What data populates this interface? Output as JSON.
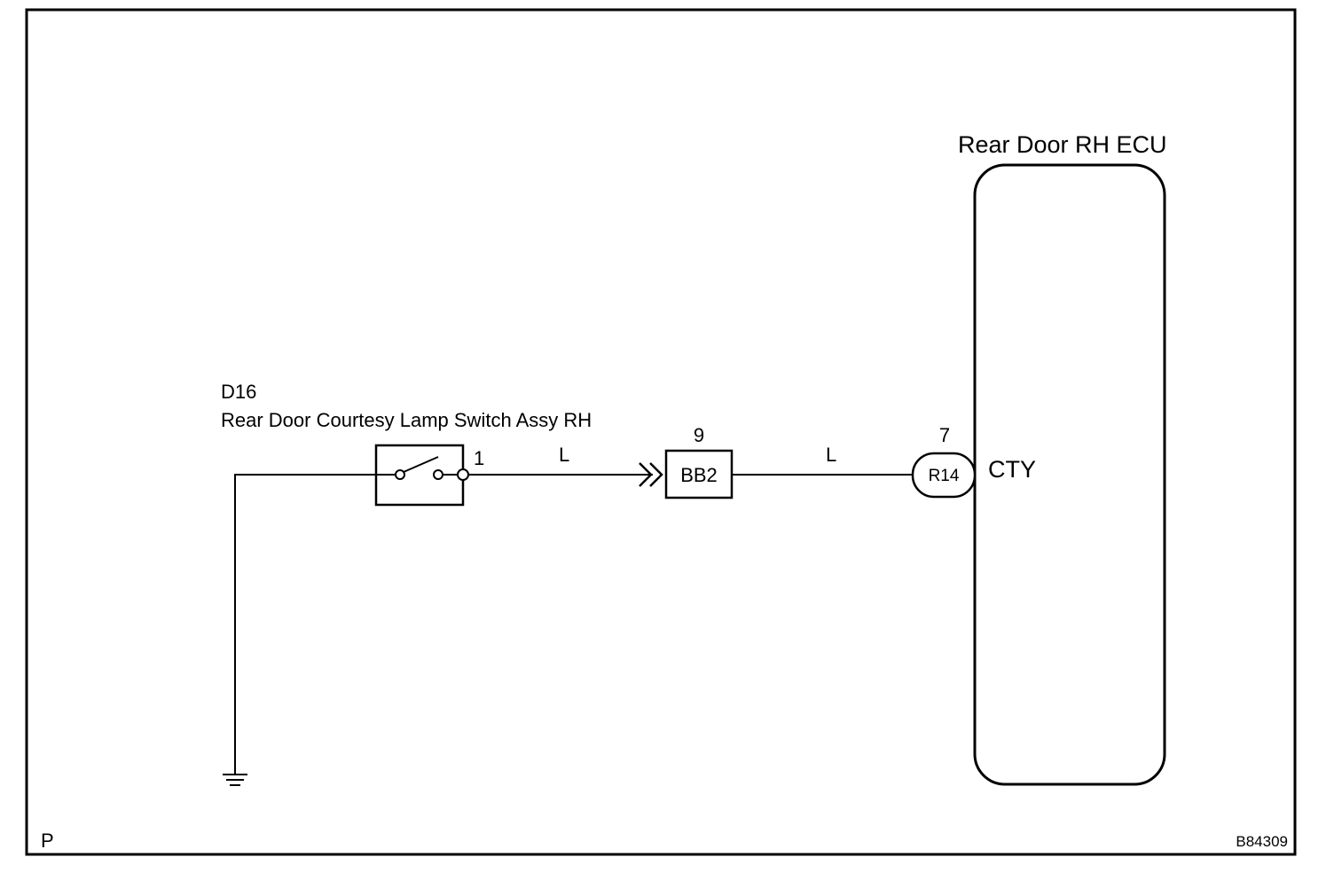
{
  "ecu": {
    "title": "Rear Door RH ECU",
    "pin_label": "CTY"
  },
  "switch": {
    "code": "D16",
    "name": "Rear Door Courtesy Lamp Switch Assy RH",
    "pin": "1"
  },
  "junction": {
    "code": "BB2",
    "pin": "9"
  },
  "ecu_connector": {
    "code": "R14",
    "pin": "7"
  },
  "wires": {
    "left_color": "L",
    "right_color": "L"
  },
  "footer": {
    "page_mark": "P",
    "figure_id": "B84309"
  }
}
